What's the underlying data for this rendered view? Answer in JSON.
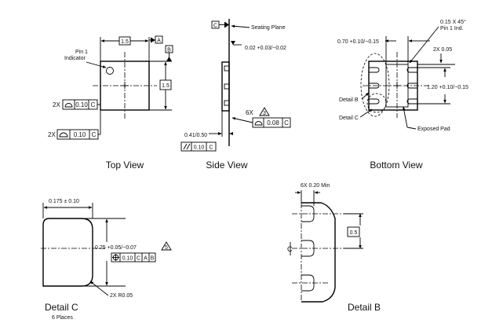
{
  "views": {
    "top": "Top View",
    "side": "Side View",
    "bottom": "Bottom View",
    "detail_c": "Detail C",
    "detail_c_sub": "6 Places",
    "detail_b": "Detail B"
  },
  "top_view": {
    "pin1_line1": "Pin 1",
    "pin1_line2": "Indicator",
    "dim_width": "1.5",
    "dim_height": "1.5",
    "datum_a": "A",
    "datum_b": "B",
    "fcf1_count": "2X",
    "fcf1_tol": "0.10",
    "fcf1_datum": "C",
    "fcf2_count": "2X",
    "fcf2_tol": "0.10",
    "fcf2_datum": "C"
  },
  "side_view": {
    "datum_c": "C",
    "seating_plane": "Seating Plane",
    "standoff": "0.02 +0.03/−0.02",
    "height": "0.41/0.50",
    "fcf_tol": "0.10",
    "fcf_datum": "C",
    "lead_count": "6X",
    "note_num": "3",
    "coplan_tol": "0.08",
    "coplan_datum": "C"
  },
  "bottom_view": {
    "chamfer": "0.15 X 45°",
    "chamfer_sub": "Pin 1 Ind.",
    "pad_len": "0.70 +0.10/−0.15",
    "gap": "2X 0.05",
    "pad_width": "1.20 +0.10/−0.15",
    "detail_b_label": "Detail B",
    "detail_c_label": "Detail C",
    "exposed_pad": "Exposed Pad"
  },
  "detail_c": {
    "width": "0.175 ± 0.10",
    "length": "0.25 +0.05/−0.07",
    "note_num": "5",
    "fcf_tol": "0.10",
    "fcf_d1": "C",
    "fcf_d2": "A",
    "fcf_d3": "B",
    "radius": "2X R0.05"
  },
  "detail_b": {
    "width": "6X 0.20 Min",
    "pitch": "0.5",
    "centerline": "C"
  }
}
